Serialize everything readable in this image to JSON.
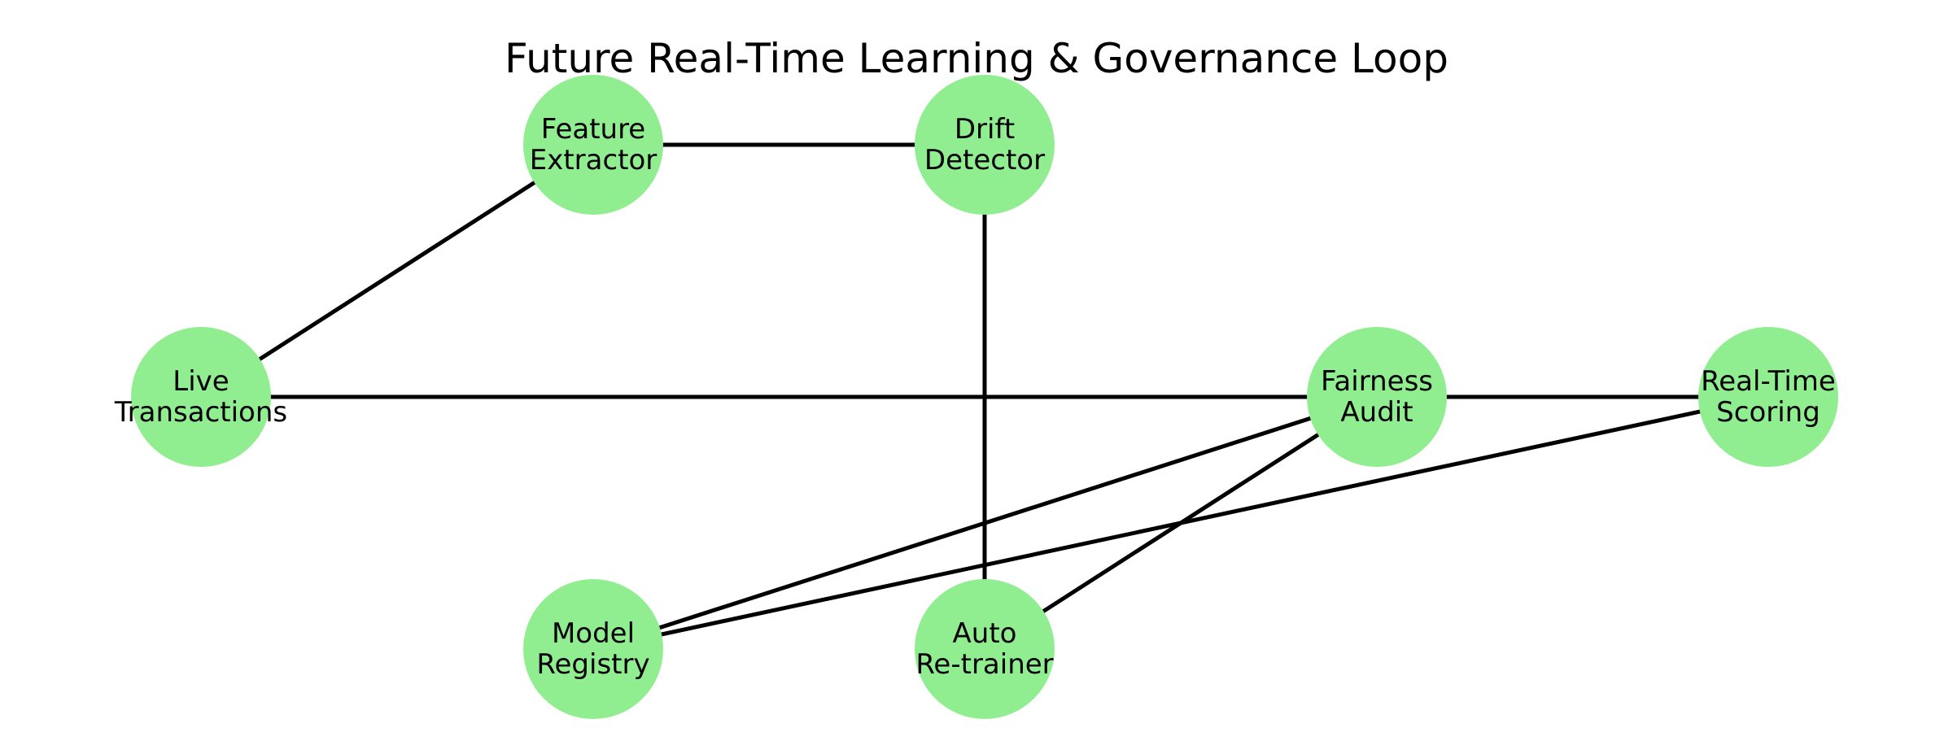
{
  "title": "Future Real-Time Learning & Governance Loop",
  "node_color": "#90ee90",
  "edge_color": "#000000",
  "nodes": [
    {
      "id": "live-transactions",
      "lines": [
        "Live",
        "Transactions"
      ]
    },
    {
      "id": "feature-extractor",
      "lines": [
        "Feature",
        "Extractor"
      ]
    },
    {
      "id": "drift-detector",
      "lines": [
        "Drift",
        "Detector"
      ]
    },
    {
      "id": "fairness-audit",
      "lines": [
        "Fairness",
        "Audit"
      ]
    },
    {
      "id": "real-time-scoring",
      "lines": [
        "Real-Time",
        "Scoring"
      ]
    },
    {
      "id": "model-registry",
      "lines": [
        "Model",
        "Registry"
      ]
    },
    {
      "id": "auto-retrainer",
      "lines": [
        "Auto",
        "Re-trainer"
      ]
    }
  ],
  "edges": [
    [
      "live-transactions",
      "feature-extractor"
    ],
    [
      "feature-extractor",
      "drift-detector"
    ],
    [
      "live-transactions",
      "fairness-audit"
    ],
    [
      "drift-detector",
      "auto-retrainer"
    ],
    [
      "fairness-audit",
      "real-time-scoring"
    ],
    [
      "fairness-audit",
      "model-registry"
    ],
    [
      "fairness-audit",
      "auto-retrainer"
    ],
    [
      "real-time-scoring",
      "model-registry"
    ]
  ]
}
